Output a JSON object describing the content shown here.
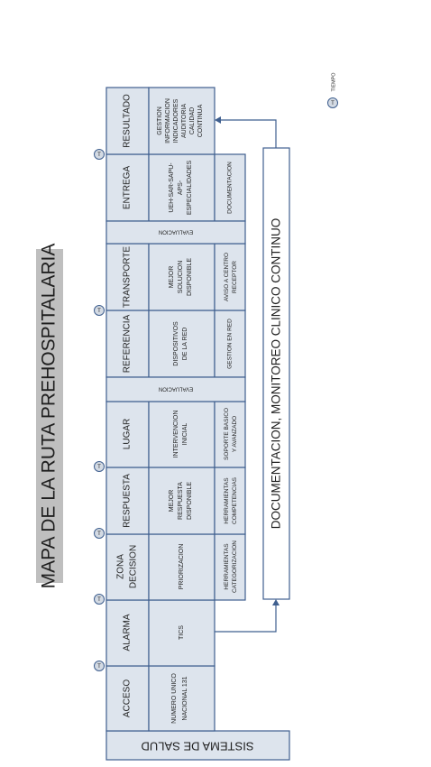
{
  "title": "MAPA DE LA RUTA PREHOSPITALARIA",
  "base": "SISTEMA DE SALUD",
  "stages": [
    {
      "name": "ACCESO",
      "detail": "NUMERO UNICO NACIONAL 131",
      "support": ""
    },
    {
      "name": "ALARMA",
      "detail": "TICS",
      "support": ""
    },
    {
      "name": "ZONA DECISION",
      "detail": "PRIORIZACION",
      "support": "HERRAMIENTAS CATEGORIZACION"
    },
    {
      "name": "RESPUESTA",
      "detail": "MEJOR RESPUESTA DISPONIBLE",
      "support": "HERRAMIENTAS COMPETENCIAS"
    },
    {
      "name": "LUGAR",
      "detail": "INTERVENCION INICIAL",
      "support": "SOPORTE BASICO Y AVANZADO"
    },
    {
      "name": "REFERENCIA",
      "detail": "DISPOSITIVOS DE LA RED",
      "support": "GESTION EN RED"
    },
    {
      "name": "TRANSPORTE",
      "detail": "MEJOR SOLUCION DISPONIBLE",
      "support": "AVISO A CENTRO RECEPTOR"
    },
    {
      "name": "ENTREGA",
      "detail": "UEH-SAR-SAPU-APS-ESPECIALIDADES",
      "support": "DOCUMENTACION"
    },
    {
      "name": "RESULTADO",
      "detail": "GESTION INFORMACION INDICADORES AUDITORIA CALIDAD CONTINUA",
      "support": ""
    }
  ],
  "evaluation": [
    "EVALUACION",
    "EVALUACION"
  ],
  "monitoring": "DOCUMENTACION, MONITOREO CLINICO CONTINUO",
  "time_marker": "T",
  "legend_label": "TIEMPO",
  "colors": {
    "cell": "#dde4ed",
    "border": "#3f5f8f",
    "title_bg": "#bfbfbf"
  }
}
